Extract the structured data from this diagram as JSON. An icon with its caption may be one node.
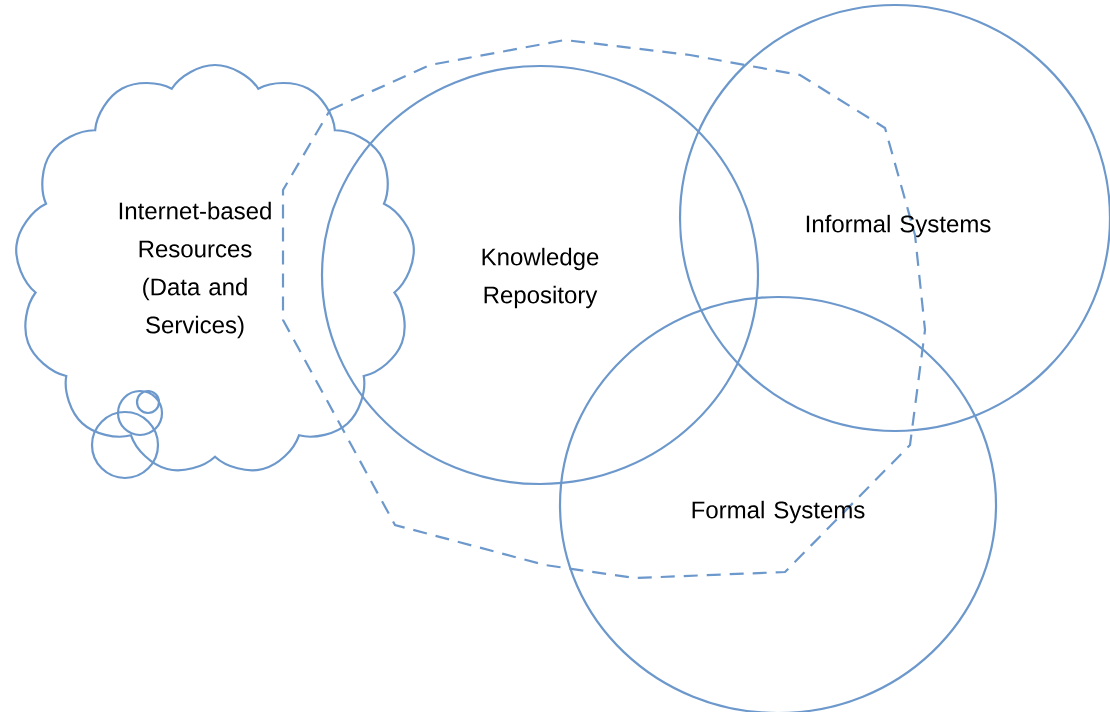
{
  "diagram": {
    "nodes": [
      {
        "text": [
          "Internet-based Resources (Data and Services)"
        ]
      },
      {
        "text": [
          "Knowledge Repository"
        ]
      },
      {
        "text": [
          "Informal Systems"
        ]
      },
      {
        "text": [
          "Formal Systems"
        ]
      }
    ]
  }
}
